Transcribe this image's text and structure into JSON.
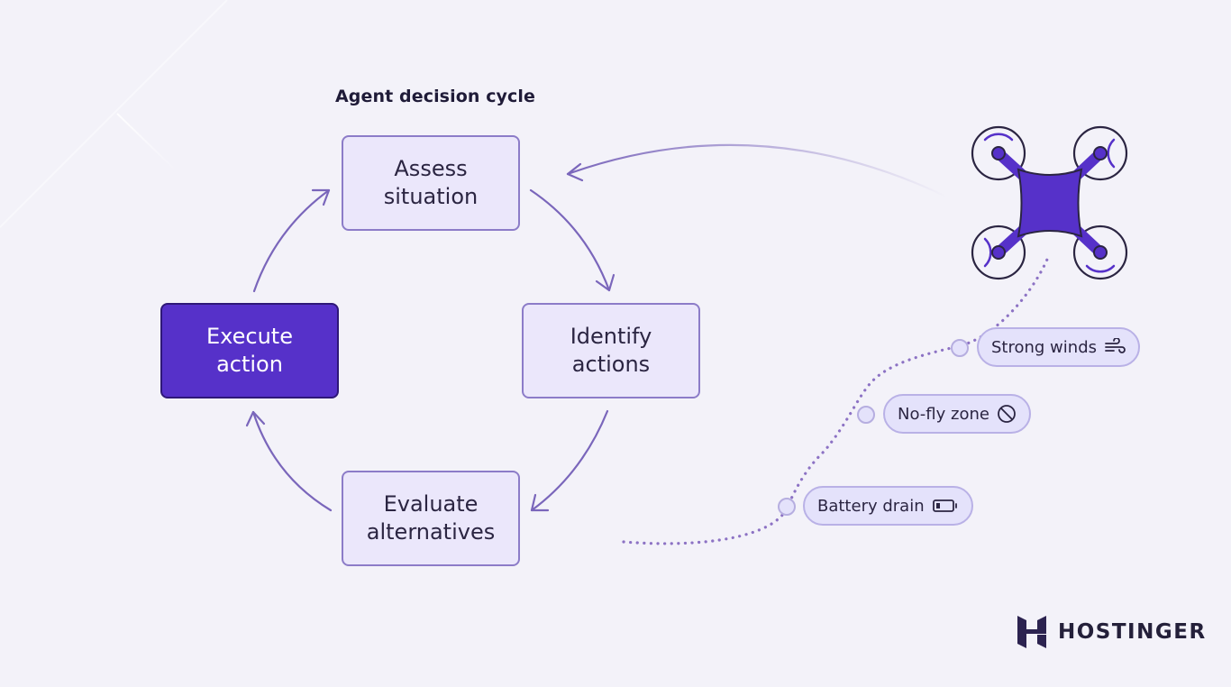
{
  "title": "Agent decision cycle",
  "cycle": {
    "assess": "Assess situation",
    "identify": "Identify actions",
    "evaluate": "Evaluate alternatives",
    "execute": "Execute action"
  },
  "hazards": {
    "winds": "Strong winds",
    "nofly": "No-fly zone",
    "battery": "Battery drain"
  },
  "brand": {
    "name": "HOSTINGER"
  },
  "colors": {
    "accent": "#5631c9",
    "node_fill": "#ebe7fb",
    "node_border": "#8c7cc8",
    "chip_fill": "#e4e2fb",
    "path": "#8c72c4"
  },
  "icons": {
    "drone": "drone-icon",
    "winds": "wind-icon",
    "nofly": "prohibited-icon",
    "battery": "battery-low-icon",
    "brand": "hostinger-logo-icon"
  }
}
